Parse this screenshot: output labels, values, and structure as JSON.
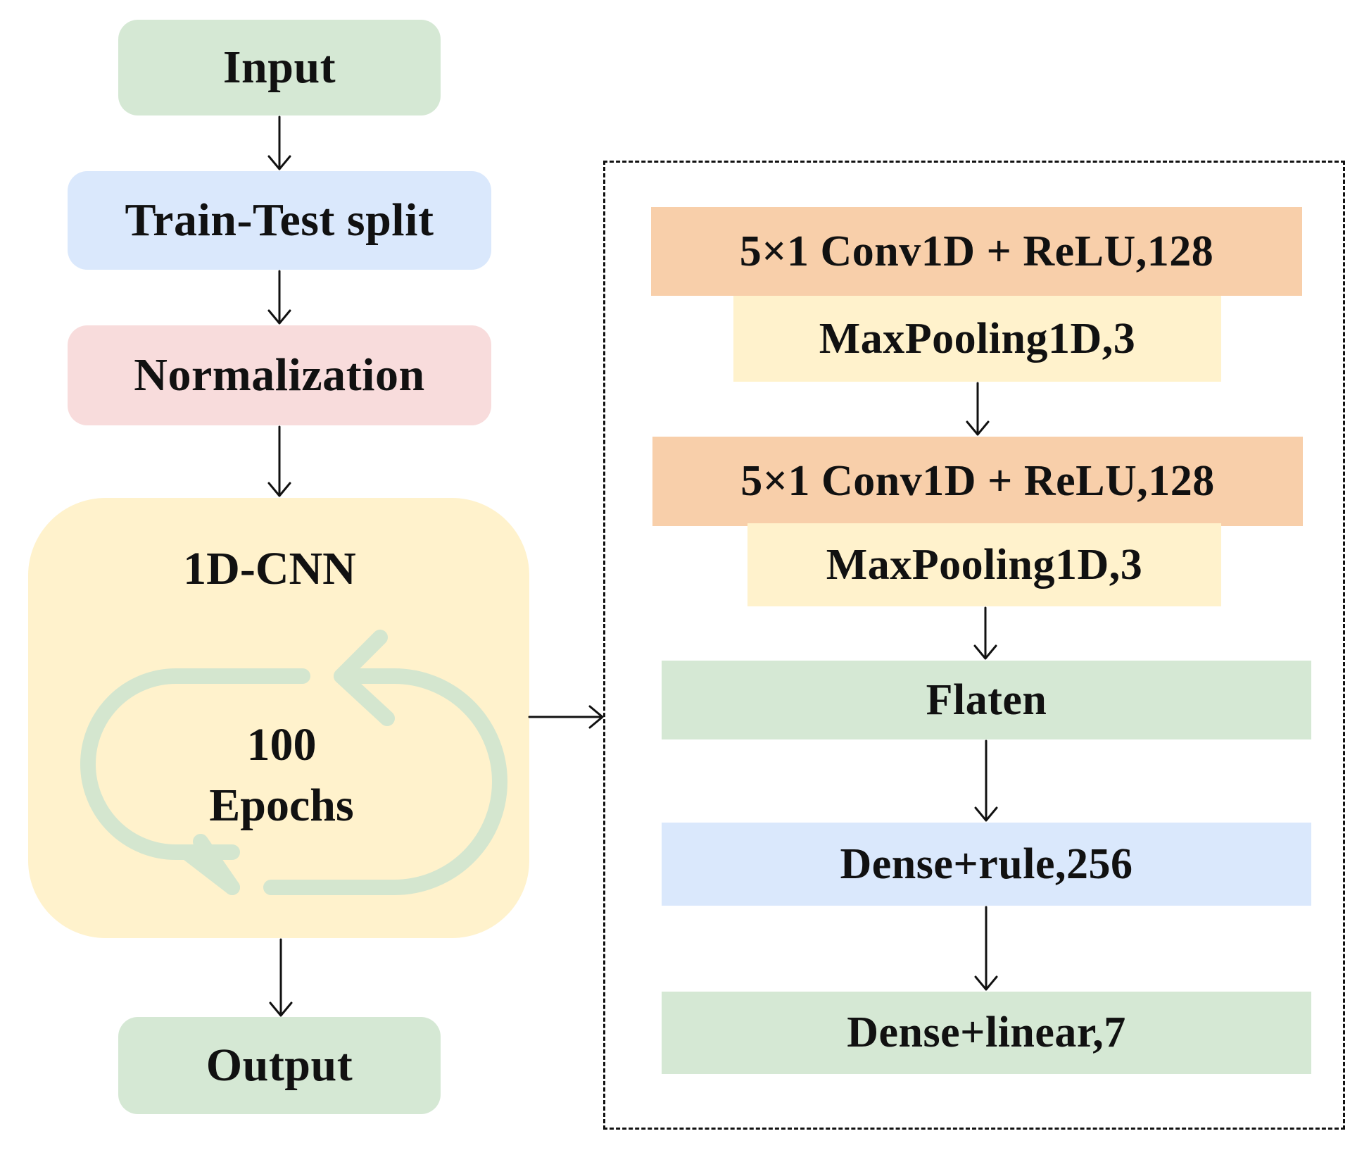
{
  "colors": {
    "green": "#d5e8d4",
    "blue": "#dae8fc",
    "pink": "#f8dcdc",
    "yellow": "#fff2cc",
    "orange": "#f8cfaa",
    "cycle": "#d4e6cf",
    "line": "#111111"
  },
  "pipeline": {
    "input": "Input",
    "split": "Train-Test split",
    "normalization": "Normalization",
    "model": "1D-CNN",
    "epochs_number": "100",
    "epochs_unit": "Epochs",
    "output": "Output"
  },
  "architecture": {
    "conv1": "5×1 Conv1D + ReLU,128",
    "pool1": "MaxPooling1D,3",
    "conv2": "5×1 Conv1D + ReLU,128",
    "pool2": "MaxPooling1D,3",
    "flatten": "Flaten",
    "dense1": "Dense+rule,256",
    "dense2": "Dense+linear,7"
  },
  "icons": {
    "cycle": "refresh-cycle-icon"
  }
}
